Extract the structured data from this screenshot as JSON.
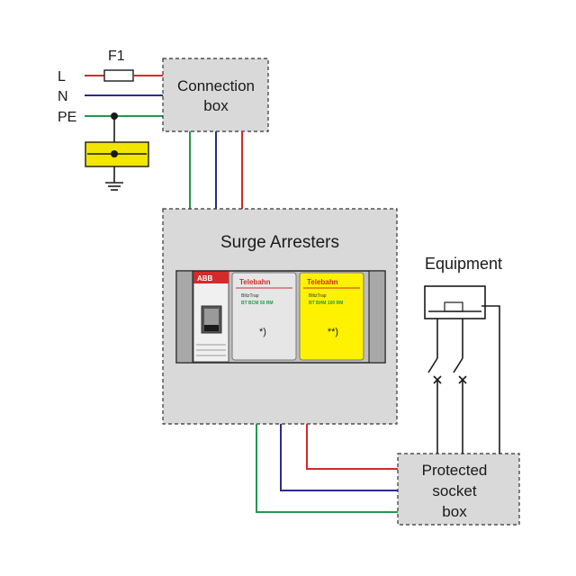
{
  "colors": {
    "line_L": "#d42a2a",
    "line_N": "#2b2b8c",
    "line_PE": "#1f9a4c",
    "earth_box": "#f2e600",
    "box_fill": "#d9d9d9",
    "device_yellow": "#fff200"
  },
  "inputs": {
    "fuse": "F1",
    "L": "L",
    "N": "N",
    "PE": "PE"
  },
  "connection_box": {
    "line1": "Connection",
    "line2": "box"
  },
  "surge": {
    "title": "Surge Arresters",
    "breaker_brand": "ABB",
    "module1": {
      "brand": "Telebahn",
      "line1": "BlitzTrap",
      "line2": "BT BCM 50 RM",
      "mark": "*)"
    },
    "module2": {
      "brand": "Telebahn",
      "line1": "BlitzTrap",
      "line2": "BT BHM 100 RM",
      "mark": "**)"
    }
  },
  "equipment": {
    "label": "Equipment"
  },
  "socket_box": {
    "line1": "Protected",
    "line2": "socket",
    "line3": "box"
  }
}
